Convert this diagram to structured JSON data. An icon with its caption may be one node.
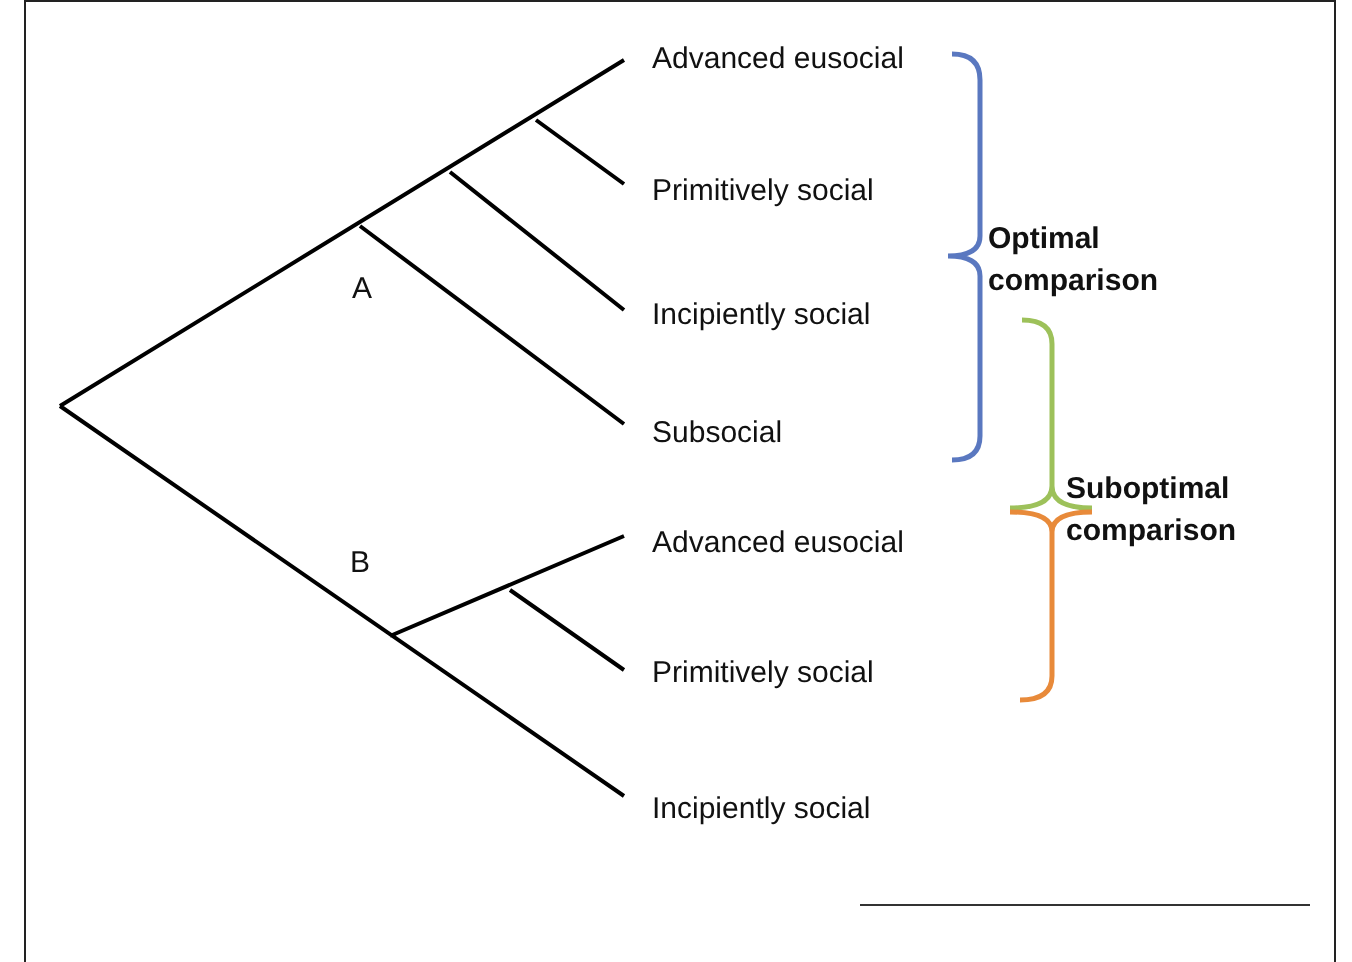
{
  "diagram": {
    "labels": [
      "Advanced eusocial",
      "Primitively social",
      "Optimal comparison",
      "A",
      "Incipiently social",
      "Subsocial",
      "Suboptimal comparison",
      "Advanced eusocial",
      "B",
      "Primitively social",
      "Incipiently social"
    ]
  }
}
